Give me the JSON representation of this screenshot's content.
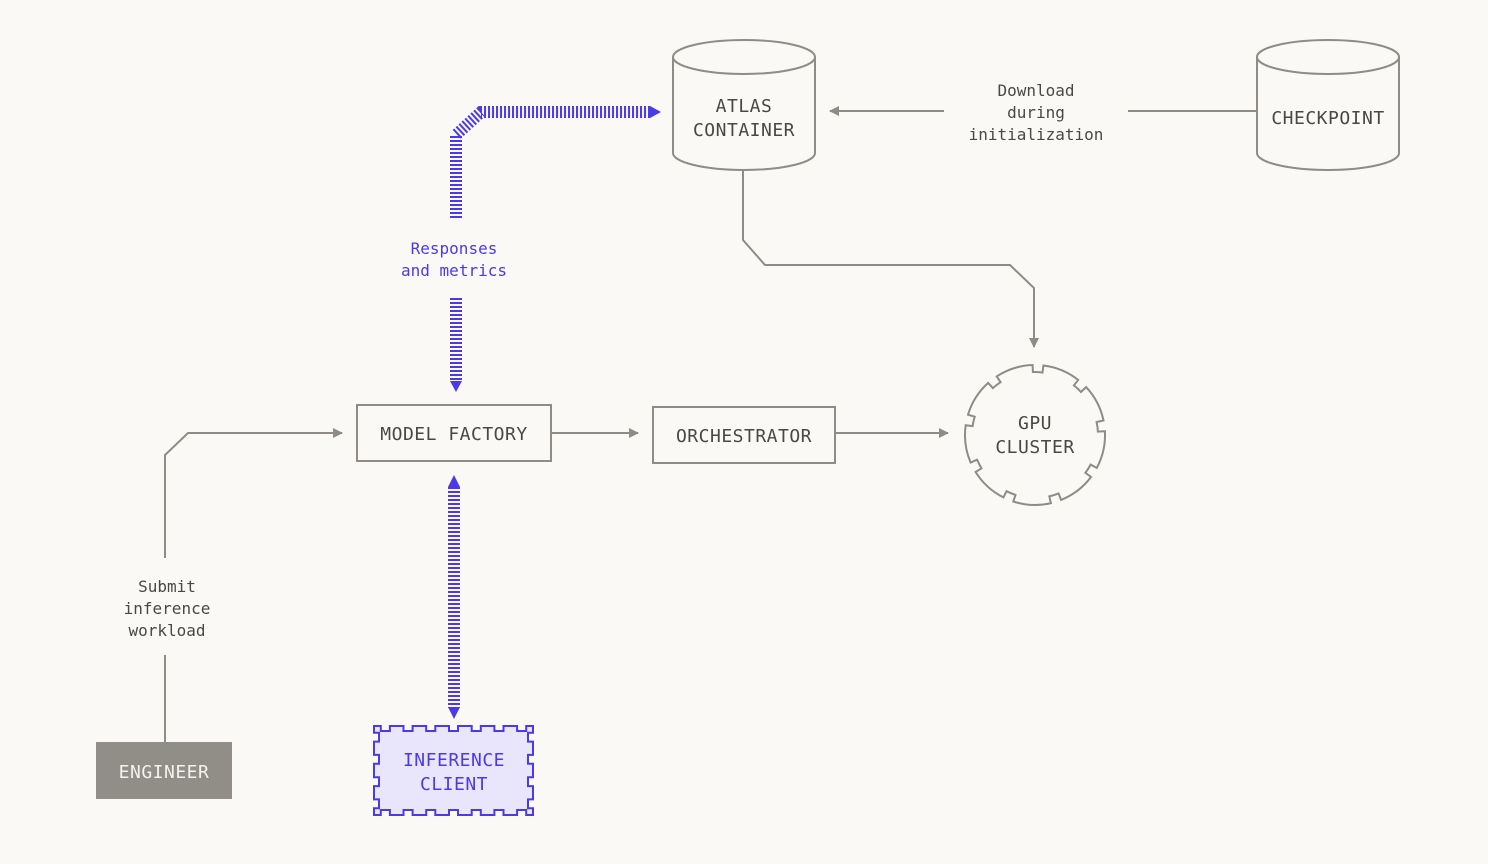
{
  "colors": {
    "background": "#faf9f5",
    "stroke_gray": "#8f8c87",
    "text_gray": "#4a4845",
    "accent_blue": "#4a3ae8",
    "client_fill": "#e9e6fb",
    "engineer_fill": "#918e88"
  },
  "nodes": {
    "atlas_container": {
      "line1": "ATLAS",
      "line2": "CONTAINER"
    },
    "checkpoint": {
      "label": "CHECKPOINT"
    },
    "model_factory": {
      "label": "MODEL FACTORY"
    },
    "orchestrator": {
      "label": "ORCHESTRATOR"
    },
    "gpu_cluster": {
      "line1": "GPU",
      "line2": "CLUSTER"
    },
    "engineer": {
      "label": "ENGINEER"
    },
    "inference_client": {
      "line1": "INFERENCE",
      "line2": "CLIENT"
    }
  },
  "edges": {
    "download": {
      "line1": "Download",
      "line2": "during",
      "line3": "initialization"
    },
    "responses": {
      "line1": "Responses",
      "line2": "and metrics"
    },
    "submit": {
      "line1": "Submit",
      "line2": "inference",
      "line3": "workload"
    }
  }
}
